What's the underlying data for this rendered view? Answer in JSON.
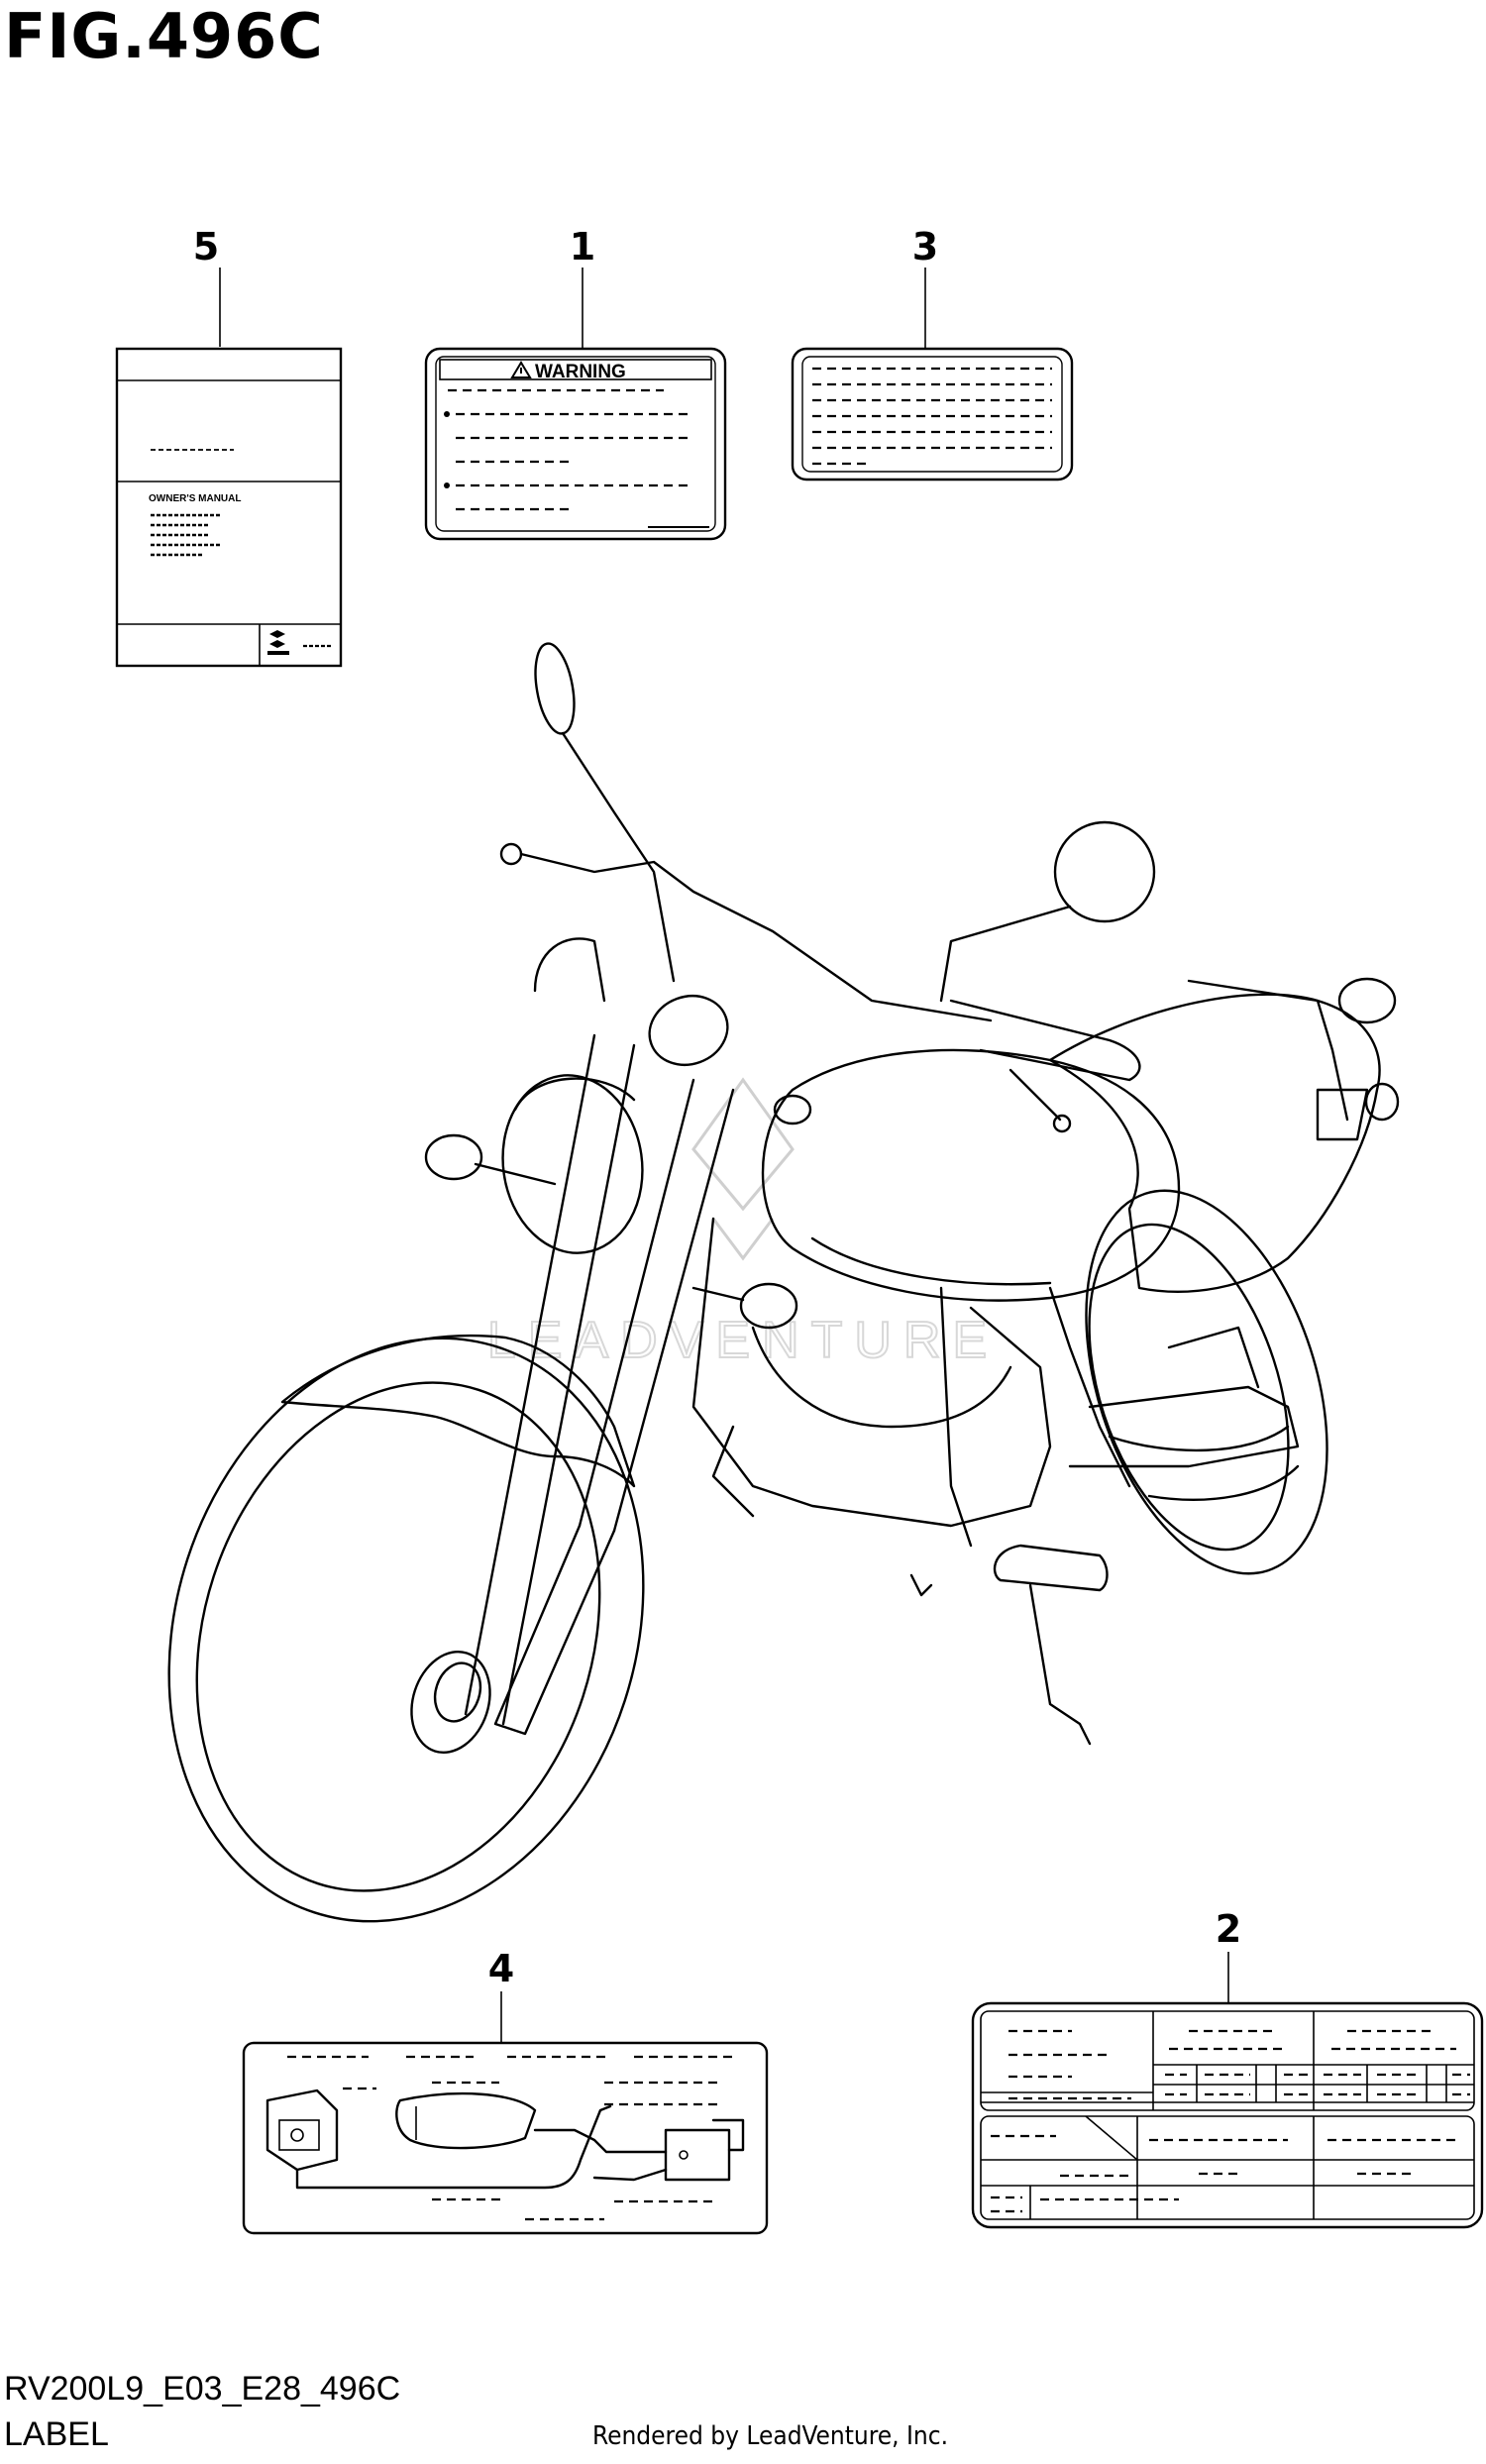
{
  "figure": {
    "title": "FIG.496C",
    "code": "RV200L9_E03_E28_496C",
    "section": "LABEL",
    "rendered_by": "Rendered by LeadVenture, Inc.",
    "watermark": "LEADVENTURE"
  },
  "callouts": [
    {
      "number": "5",
      "part": "owner's manual"
    },
    {
      "number": "1",
      "part": "warning label"
    },
    {
      "number": "3",
      "part": "information label"
    },
    {
      "number": "4",
      "part": "vacuum hose routing label"
    },
    {
      "number": "2",
      "part": "tire information label"
    }
  ],
  "manual": {
    "heading": "OWNER'S MANUAL"
  },
  "warning_label": {
    "heading": "WARNING",
    "icon": "warning-triangle-icon"
  }
}
